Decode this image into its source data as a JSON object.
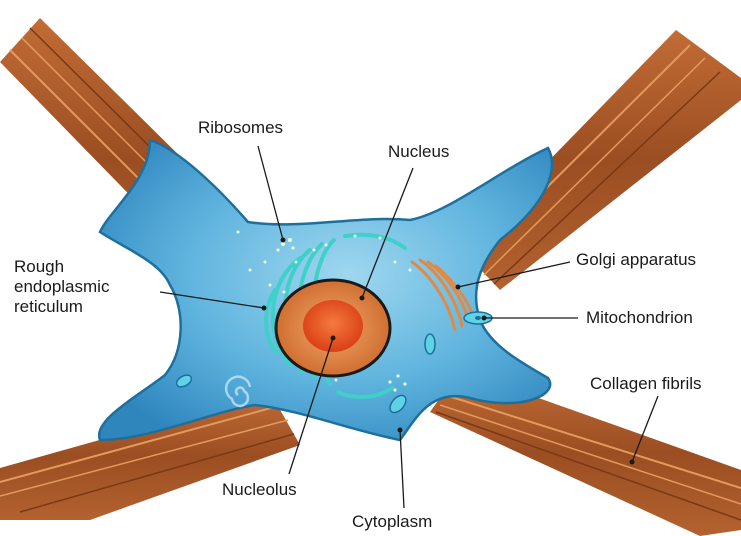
{
  "diagram": {
    "labels": {
      "ribosomes": "Ribosomes",
      "nucleus": "Nucleus",
      "rough_er_line1": "Rough",
      "rough_er_line2": "endoplasmic",
      "rough_er_line3": "reticulum",
      "golgi": "Golgi apparatus",
      "mitochondrion": "Mitochondrion",
      "collagen": "Collagen fibrils",
      "nucleolus": "Nucleolus",
      "cytoplasm": "Cytoplasm"
    },
    "colors": {
      "cell_body": "#3f9fcf",
      "cell_outline": "#1e6f9c",
      "collagen": "#a3552a",
      "collagen_stripe": "#d9894f",
      "nucleus": "#e8833a",
      "nucleolus": "#e0401b",
      "er": "#3fd0c9",
      "golgi": "#e08a46"
    },
    "icons": [
      "watermark-spiral-icon"
    ]
  }
}
